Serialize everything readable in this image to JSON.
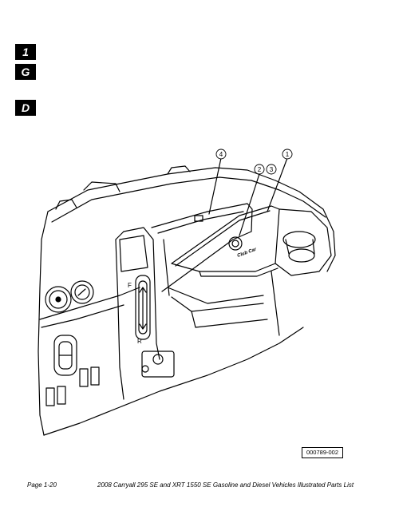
{
  "section_tabs": [
    "1",
    "G",
    "D"
  ],
  "callouts": {
    "c1": "1",
    "c2": "2",
    "c3": "3",
    "c4": "4"
  },
  "figure_id": "000789-002",
  "footer": {
    "page": "Page 1-20",
    "title": "2008 Carryall 295 SE and XRT 1550 SE Gasoline and Diesel Vehicles Illustrated Parts List"
  },
  "dash_labels": {
    "forward": "F",
    "reverse": "R",
    "brand": "Club Car"
  }
}
